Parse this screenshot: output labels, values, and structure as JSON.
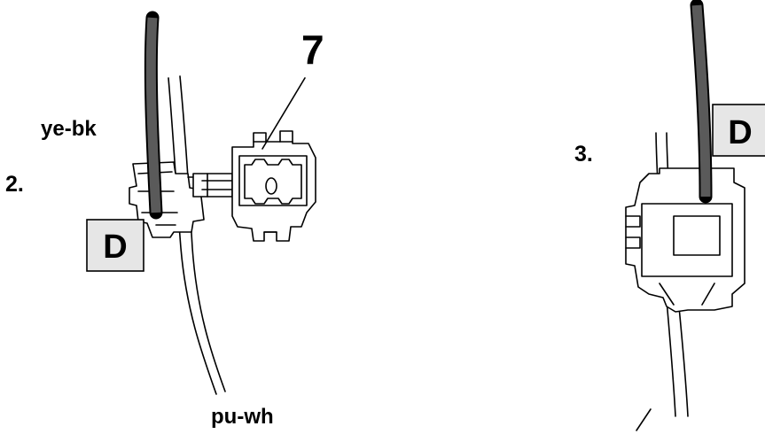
{
  "labels": {
    "callout_number": "7",
    "step_2": "2.",
    "step_3": "3.",
    "wire_upper": "ye-bk",
    "wire_lower": "pu-wh",
    "marker_left": "D",
    "marker_right": "D"
  },
  "colors": {
    "thick_wire": "#5a5a5a",
    "marker_fill": "#e6e6e6",
    "line": "#000000"
  }
}
